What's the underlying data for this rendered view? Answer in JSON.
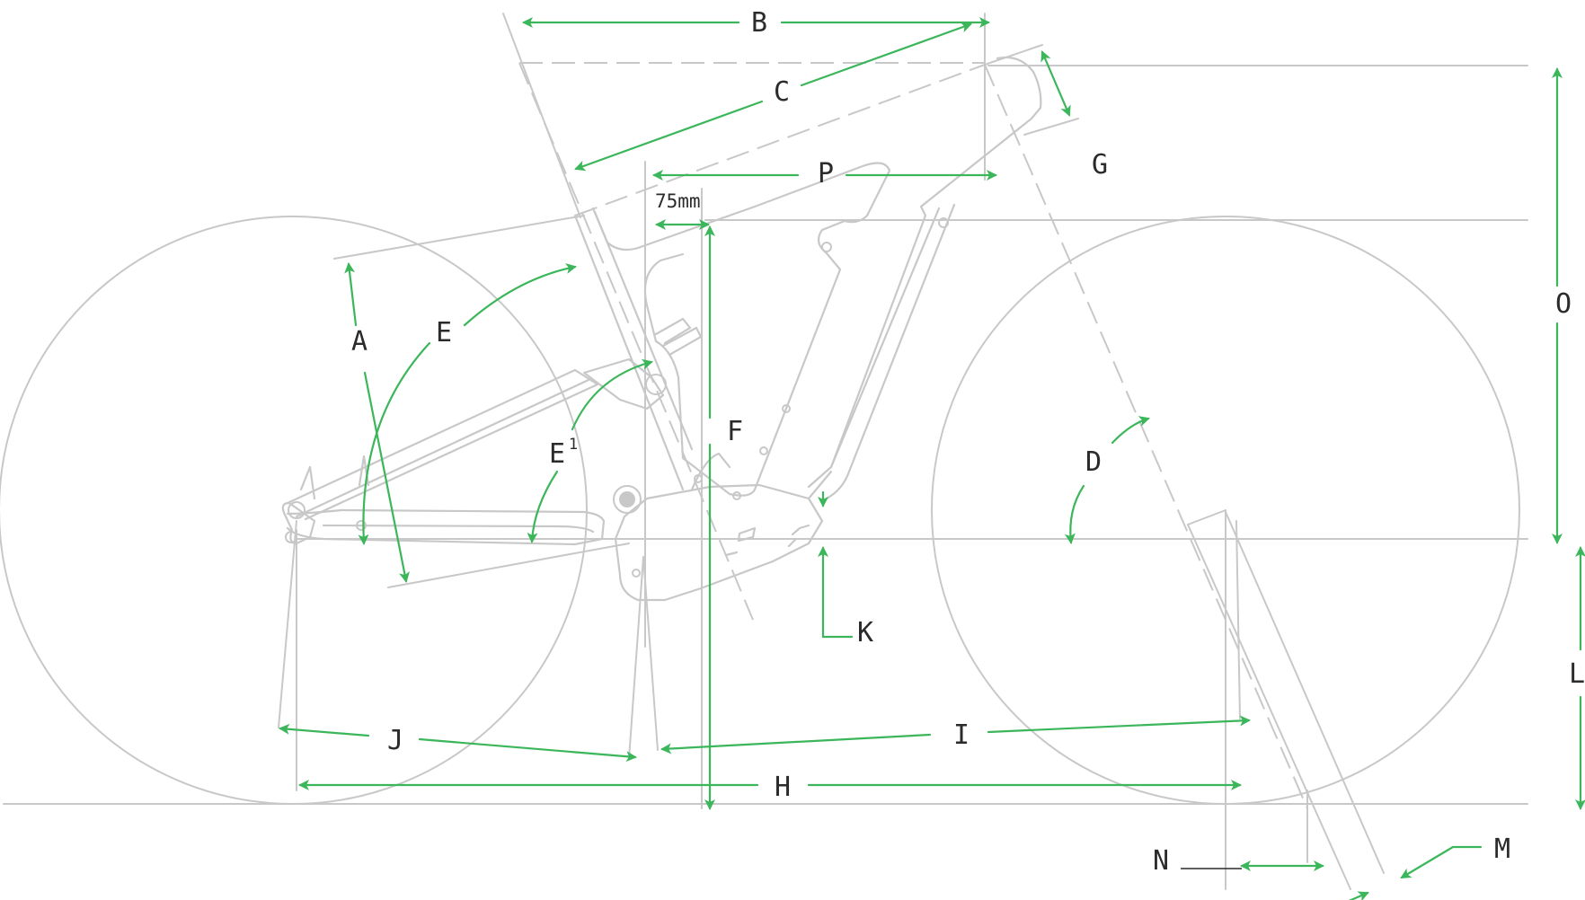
{
  "colors": {
    "dimension_green": "#3bb65a",
    "geometry_gray": "#c8c8c8",
    "label_text": "#2b2b2b",
    "background": "#ffffff"
  },
  "labels": {
    "A": "A",
    "B": "B",
    "C": "C",
    "D": "D",
    "E": "E",
    "E1_base": "E",
    "E1_sup": "1",
    "F": "F",
    "G": "G",
    "H": "H",
    "I": "I",
    "J": "J",
    "K": "K",
    "L": "L",
    "M": "M",
    "N": "N",
    "O": "O",
    "P": "P",
    "offset": "75mm"
  }
}
